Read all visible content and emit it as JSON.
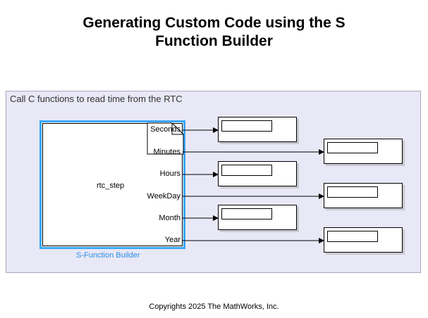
{
  "title_line1": "Generating Custom Code using the S",
  "title_line2": "Function Builder",
  "area_label": "Call C functions to read time from the RTC",
  "block": {
    "function_name": "rtc_step",
    "caption": "S-Function Builder",
    "outputs": [
      "Seconds",
      "Minutes",
      "Hours",
      "WeekDay",
      "Month",
      "Year"
    ]
  },
  "colors": {
    "selection": "#3aa8f5",
    "caption": "#2b8ee6",
    "area_bg": "#e8e8f6"
  },
  "footer": "Copyrights 2025 The MathWorks, Inc."
}
